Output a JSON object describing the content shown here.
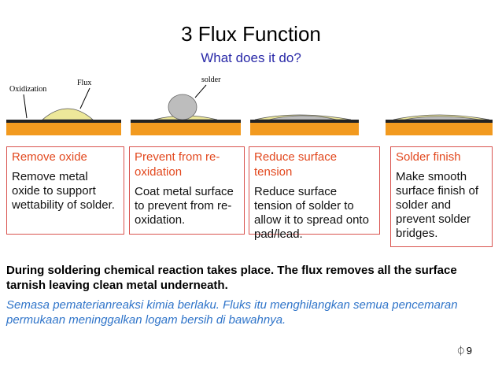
{
  "title": "3 Flux Function",
  "subtitle": "What does it do?",
  "diagram_labels": {
    "oxidization": "Oxidization",
    "flux": "Flux",
    "solder": "solder"
  },
  "colors": {
    "box_border": "#d9534f",
    "box_heading": "#e2481e",
    "substrate": "#f29a1f",
    "flux": "#ede89a",
    "solder": "#bdbdbd",
    "subtitle": "#2a2aa8",
    "malay_text": "#2f74c9"
  },
  "boxes": [
    {
      "heading": "Remove oxide",
      "body": "Remove metal oxide to support wettability of solder."
    },
    {
      "heading": "Prevent from re-oxidation",
      "body": "Coat metal surface to prevent from re-oxidation."
    },
    {
      "heading": "Reduce surface tension",
      "body": "Reduce surface tension of solder to allow it to spread onto pad/lead."
    },
    {
      "heading": "Solder finish",
      "body": "Make smooth surface finish of solder and prevent solder bridges."
    }
  ],
  "description_en": "During soldering chemical reaction takes place. The flux removes all the surface tarnish leaving clean metal underneath.",
  "description_ms": "Semasa pematerianreaksi kimia  berlaku. Fluks itu menghilangkan semua pencemaran permukaan meninggalkan logam bersih di bawahnya.",
  "page_number": "9",
  "page_symbol": "⏀"
}
